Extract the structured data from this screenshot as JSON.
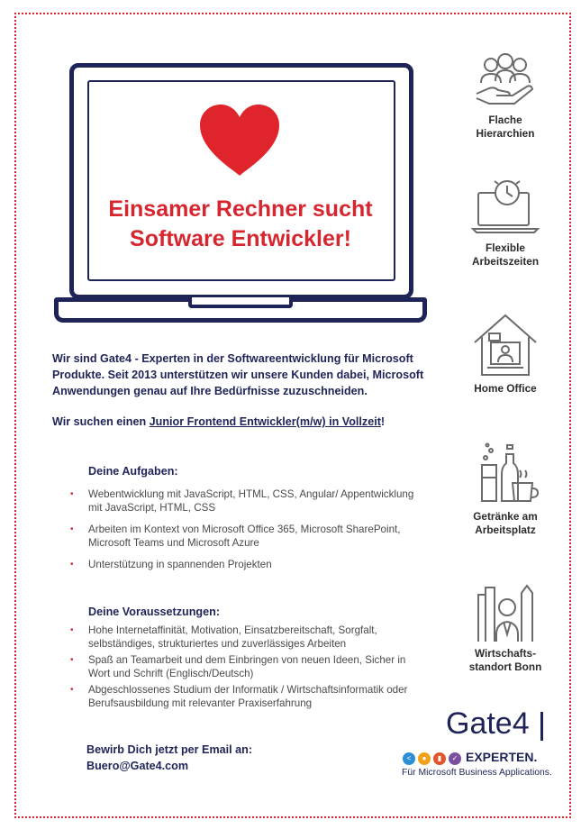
{
  "headline": [
    "Einsamer Rechner sucht",
    "Software Entwickler!"
  ],
  "intro": "Wir sind Gate4 - Experten in der Softwareentwicklung für Microsoft Produkte. Seit 2013 unterstützen wir unsere Kunden dabei, Microsoft Anwendungen genau auf Ihre Bedürfnisse zuzuschneiden.",
  "search": {
    "prefix": "Wir suchen einen ",
    "position": "Junior Frontend Entwickler(m/w) in Vollzeit",
    "suffix": "!"
  },
  "tasks": {
    "title": "Deine Aufgaben:",
    "items": [
      "Webentwicklung mit JavaScript, HTML, CSS, Angular/ Appentwicklung mit JavaScript, HTML, CSS",
      "Arbeiten im Kontext von Microsoft Office 365, Microsoft SharePoint, Microsoft Teams und Microsoft Azure",
      "Unterstützung in spannenden Projekten"
    ]
  },
  "requirements": {
    "title": "Deine Voraussetzungen:",
    "items": [
      "Hohe Internetaffinität, Motivation, Einsatzbereitschaft, Sorgfalt, selbständiges, strukturiertes und zuverlässiges Arbeiten",
      "Spaß an Teamarbeit und dem Einbringen von neuen Ideen, Sicher in Wort und Schrift (Englisch/Deutsch)",
      "Abgeschlossenes Studium der Informatik / Wirtschaftsinformatik oder Berufsausbildung mit relevanter Praxiserfahrung"
    ]
  },
  "cta": {
    "line1": "Bewirb Dich jetzt per Email an:",
    "email": "Buero@Gate4.com"
  },
  "benefits": [
    {
      "label_lines": [
        "Flache",
        "Hierarchien"
      ],
      "icon": "people-hand-icon"
    },
    {
      "label_lines": [
        "Flexible",
        "Arbeitszeiten"
      ],
      "icon": "laptop-clock-icon"
    },
    {
      "label_lines": [
        "Home Office"
      ],
      "icon": "home-office-icon"
    },
    {
      "label_lines": [
        "Getränke am",
        "Arbeitsplatz"
      ],
      "icon": "drinks-icon"
    },
    {
      "label_lines": [
        "Wirtschafts-",
        "standort Bonn"
      ],
      "icon": "city-businessman-icon"
    }
  ],
  "logo": {
    "brand": "Gate4",
    "tagline": "EXPERTEN.",
    "sub": "Für Microsoft Business Applications."
  },
  "colors": {
    "accent": "#d6262f",
    "navy": "#1f2458",
    "icon_gray": "#6b6b6b"
  }
}
